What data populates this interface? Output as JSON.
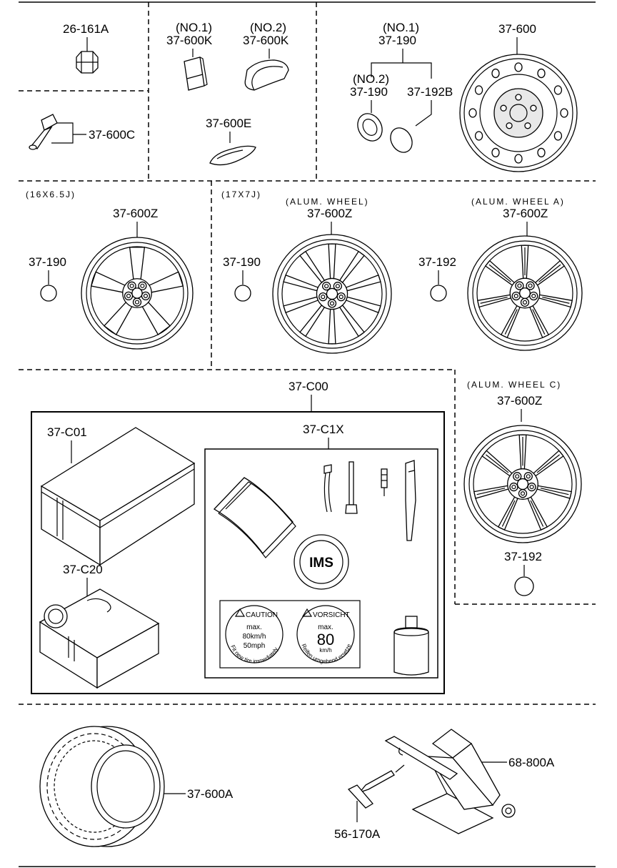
{
  "labels": {
    "p26_161a": "26-161A",
    "p37_600c": "37-600C",
    "no1": "(NO.1)",
    "no2": "(NO.2)",
    "p37_600k_1": "37-600K",
    "p37_600k_2": "37-600K",
    "p37_600e": "37-600E",
    "p37_190_no1": "37-190",
    "p37_190_no2": "37-190",
    "no1_b": "(NO.1)",
    "no2_b": "(NO.2)",
    "p37_192b": "37-192B",
    "p37_600": "37-600",
    "size_16": "(16X6.5J)",
    "size_17": "(17X7J)",
    "alum_wheel": "(ALUM. WHEEL)",
    "alum_wheel_a": "(ALUM. WHEEL  A)",
    "alum_wheel_c": "(ALUM. WHEEL  C)",
    "p37_600z_1": "37-600Z",
    "p37_600z_2": "37-600Z",
    "p37_600z_3": "37-600Z",
    "p37_600z_4": "37-600Z",
    "p37_190_a": "37-190",
    "p37_190_b": "37-190",
    "p37_192_a": "37-192",
    "p37_192_b": "37-192",
    "p37_c00": "37-C00",
    "p37_c01": "37-C01",
    "p37_c1x": "37-C1X",
    "p37_c20": "37-C20",
    "p37_600a": "37-600A",
    "p68_800a": "68-800A",
    "p56_170a": "56-170A"
  },
  "decals": {
    "ims": "IMS",
    "caution": "CAUTION",
    "caution_max": "max.",
    "caution_speed": "80km/h",
    "caution_mph": "50mph",
    "caution_ring": "Fit new tire immediately",
    "vorsicht": "VORSICHT",
    "vorsicht_max": "max.",
    "vorsicht_speed": "80",
    "vorsicht_unit": "km/h",
    "vorsicht_ring": "Reifen umgehend ersetzen"
  }
}
